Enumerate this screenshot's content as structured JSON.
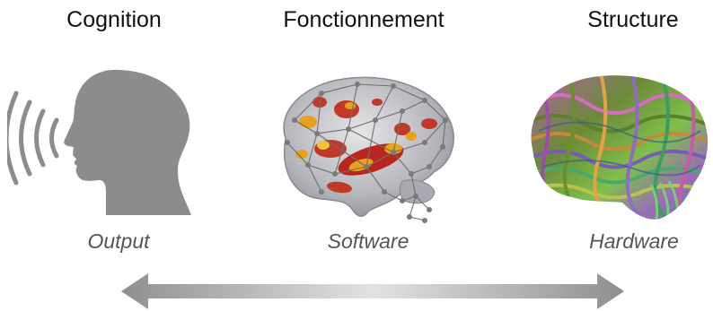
{
  "columns": [
    {
      "title": "Cognition",
      "subtitle": "Output",
      "illustration": "speaking-head-icon"
    },
    {
      "title": "Fonctionnement",
      "subtitle": "Software",
      "illustration": "brain-network-illustration"
    },
    {
      "title": "Structure",
      "subtitle": "Hardware",
      "illustration": "brain-fibers-illustration"
    }
  ],
  "arrow": {
    "direction": "bidirectional",
    "color": "#9a9a9a"
  },
  "colors": {
    "head": "#8c8c8c",
    "activation_red": "#c0392b",
    "activation_yellow": "#e7a11a",
    "network": "#7a7a7a"
  }
}
